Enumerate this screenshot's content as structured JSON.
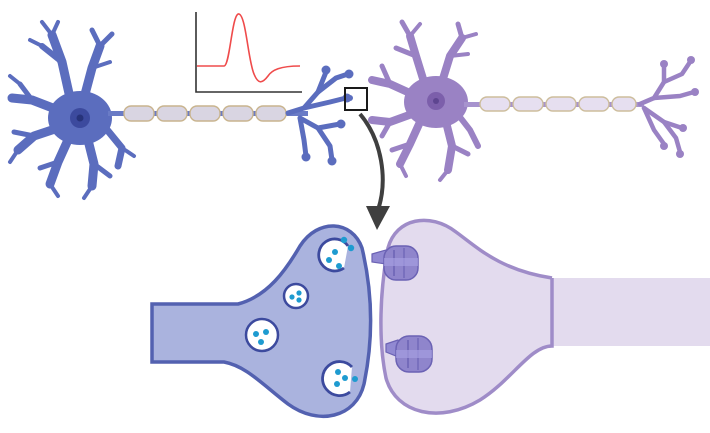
{
  "diagram": {
    "elements": [
      {
        "name": "presynaptic-neuron",
        "color": "#5b6dbe"
      },
      {
        "name": "postsynaptic-neuron",
        "color": "#9a82c4"
      },
      {
        "name": "action-potential-plot",
        "trace_color": "#ef4b4b"
      },
      {
        "name": "synapse-zoom-box"
      },
      {
        "name": "zoom-arrow",
        "color": "#3f3f3f"
      },
      {
        "name": "presynaptic-terminal",
        "fill": "#aab3de",
        "stroke": "#5361b0"
      },
      {
        "name": "postsynaptic-terminal",
        "fill": "#e3dbee",
        "stroke": "#9f8cc8"
      },
      {
        "name": "synaptic-vesicles",
        "neurotransmitter_color": "#1e9bd0"
      },
      {
        "name": "receptor-channels",
        "color": "#8f85cc"
      }
    ]
  }
}
